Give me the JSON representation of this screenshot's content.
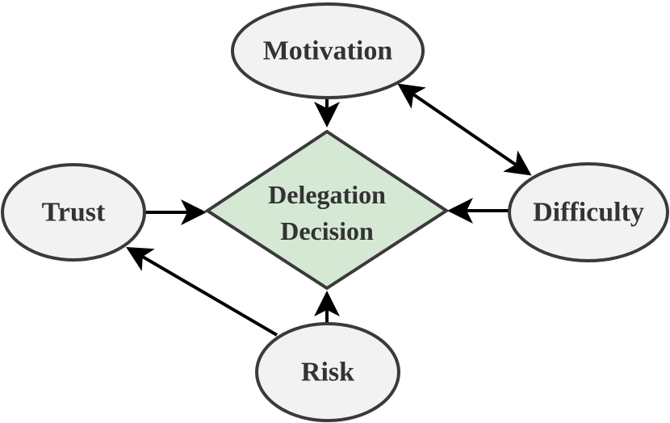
{
  "nodes": {
    "motivation": "Motivation",
    "trust": "Trust",
    "difficulty": "Difficulty",
    "risk": "Risk",
    "decision_line1": "Delegation",
    "decision_line2": "Decision"
  },
  "colors": {
    "ellipse_fill": "#f2f2f2",
    "diamond_fill": "#d5e8d4",
    "outline": "#3a3a3a",
    "arrow": "#000000"
  }
}
